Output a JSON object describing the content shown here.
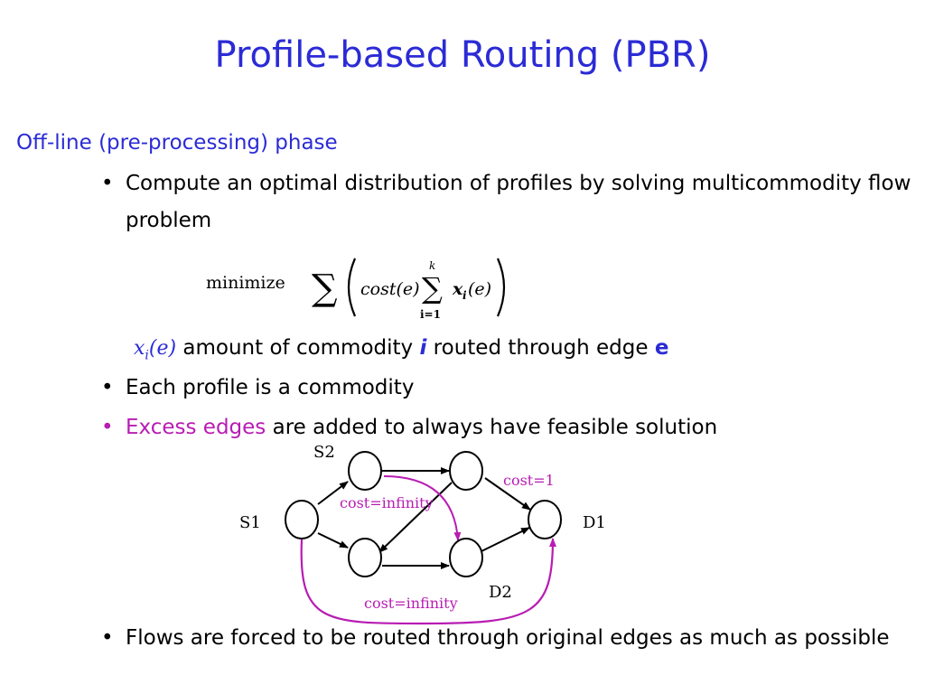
{
  "slide": {
    "title": "Profile-based Routing (PBR)",
    "phase": "Off-line (pre-processing) phase",
    "bullet1": "Compute an optimal distribution of profiles by solving multicommodity flow problem",
    "formula": {
      "minimize": "minimize",
      "sum": "∑",
      "cost_e": "cost(e)",
      "upper": "k",
      "lower": "i=1",
      "x_term": "x",
      "x_sub": "i",
      "x_arg": "(e)"
    },
    "definition": {
      "symbol": "x",
      "symbol_sub": "i",
      "symbol_arg": "(e)",
      "text1": " amount of commodity ",
      "i": "i",
      "text2": " routed through edge ",
      "e": "e"
    },
    "bullet2": "Each profile is a commodity",
    "bullet3_highlight": "Excess edges",
    "bullet3_rest": " are added to always have feasible solution",
    "bullet4": "Flows are forced to be routed through original edges as much as possible",
    "bullet_glyph": "•"
  },
  "diagram": {
    "labels": {
      "s1": "S1",
      "s2": "S2",
      "d1": "D1",
      "d2": "D2",
      "cost1": "cost=1",
      "cost_inf_top": "cost=infinity",
      "cost_inf_bottom": "cost=infinity"
    },
    "colors": {
      "edge": "#000000",
      "excess": "#b81cb3"
    }
  }
}
